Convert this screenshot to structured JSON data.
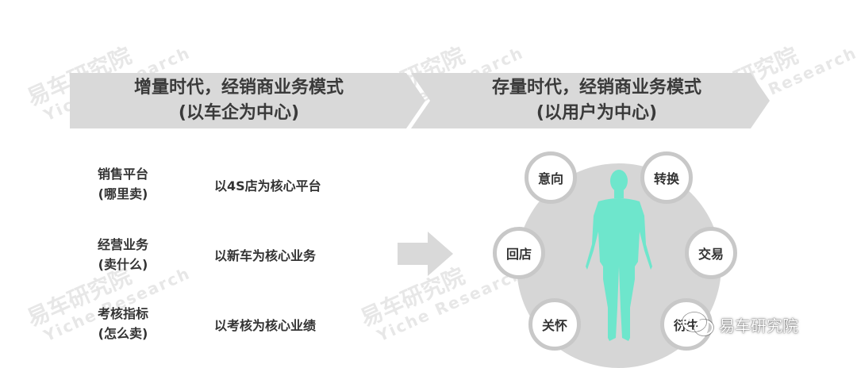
{
  "banners": {
    "left": {
      "line1": "增量时代，经销商业务模式",
      "line2": "(以车企为中心)"
    },
    "right": {
      "line1": "存量时代，经销商业务模式",
      "line2": "(以用户为中心)"
    }
  },
  "rows": [
    {
      "label_line1": "销售平台",
      "label_line2": "(哪里卖)",
      "value": "以4S店为核心平台"
    },
    {
      "label_line1": "经营业务",
      "label_line2": "(卖什么)",
      "value": "以新车为核心业务"
    },
    {
      "label_line1": "考核指标",
      "label_line2": "(怎么卖)",
      "value": "以考核为核心业绩"
    }
  ],
  "cycle_nodes": [
    "意向",
    "转换",
    "回店",
    "交易",
    "关怀",
    "衍生"
  ],
  "watermark": {
    "cn": "易车研究院",
    "en": "Yiche Research"
  },
  "brand": {
    "text": "易车研究院"
  },
  "colors": {
    "banner": "#d9d9d9",
    "circle": "#d6d6d6",
    "human": "#6ee6cc",
    "node_border": "#c8c8c8"
  }
}
